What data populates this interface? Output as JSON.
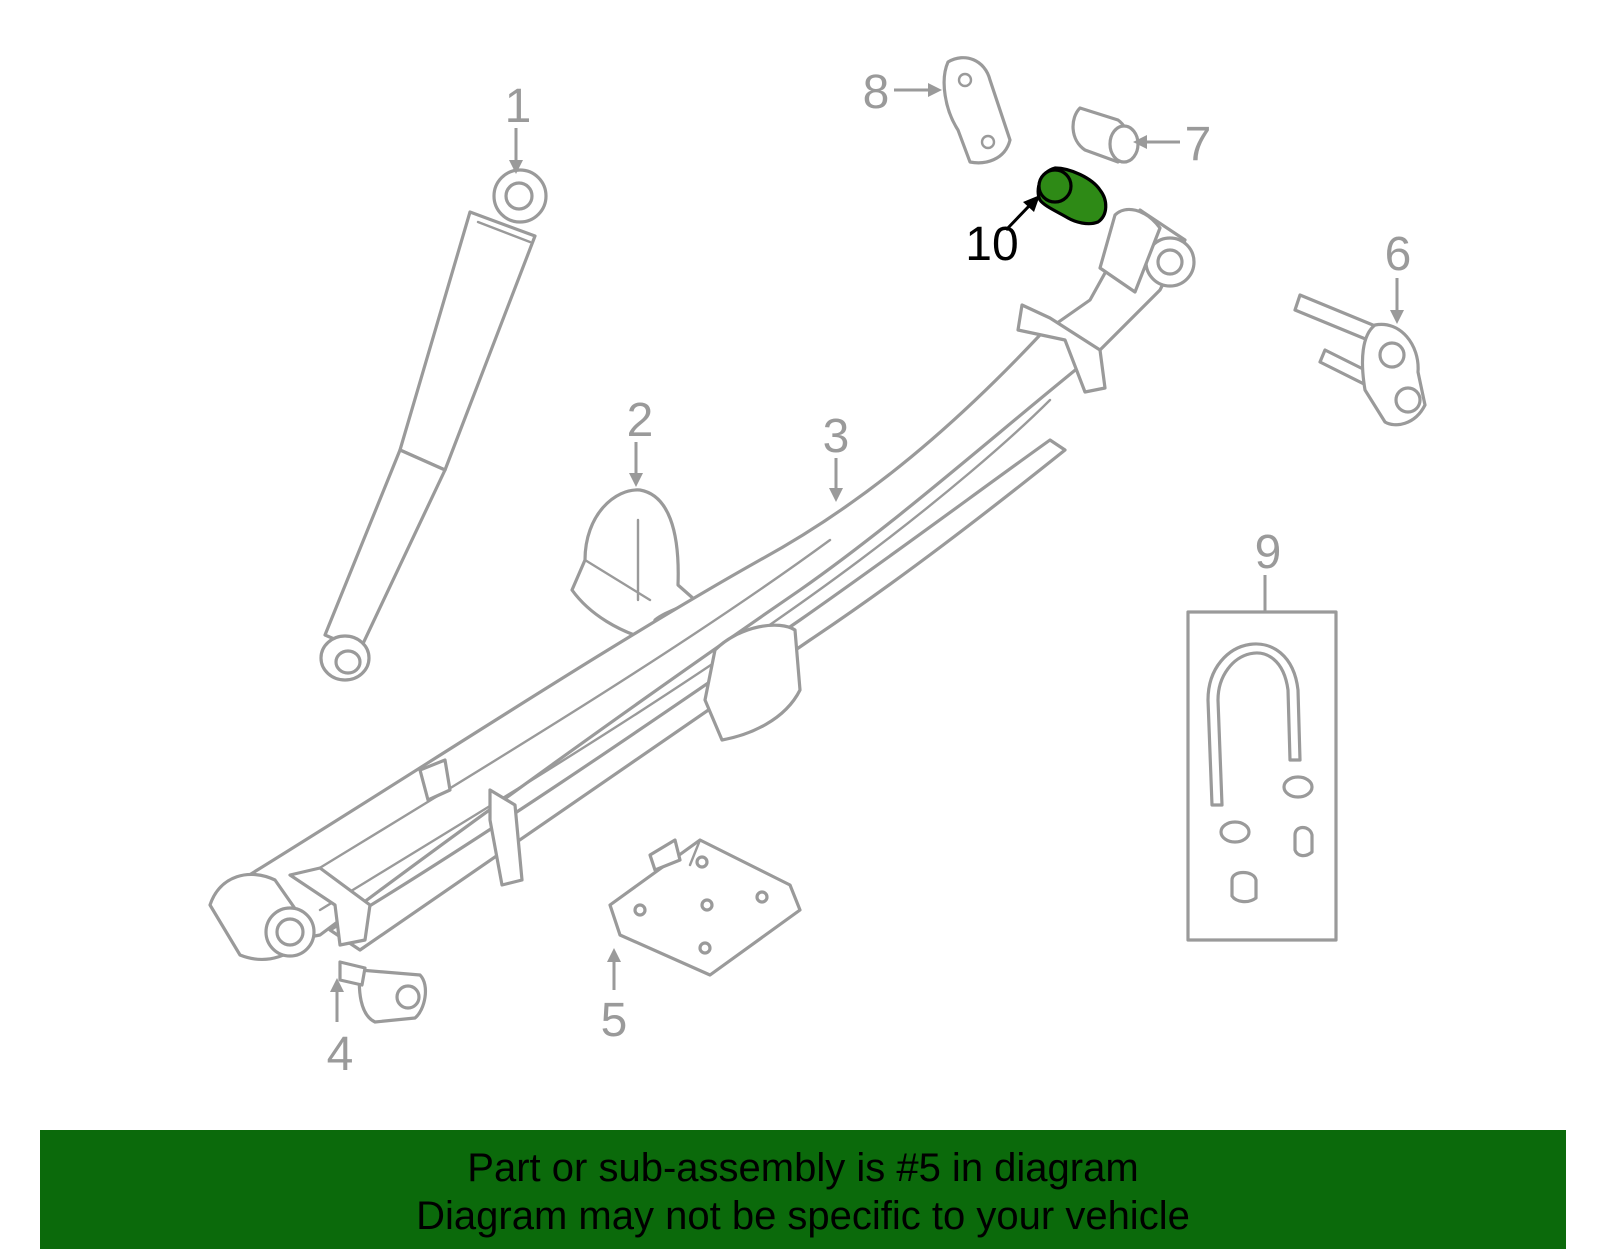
{
  "diagram": {
    "highlighted_part": "5",
    "callouts": [
      {
        "id": "1",
        "label": "1"
      },
      {
        "id": "2",
        "label": "2"
      },
      {
        "id": "3",
        "label": "3"
      },
      {
        "id": "4",
        "label": "4"
      },
      {
        "id": "5",
        "label": "5"
      },
      {
        "id": "6",
        "label": "6"
      },
      {
        "id": "7",
        "label": "7"
      },
      {
        "id": "8",
        "label": "8"
      },
      {
        "id": "9",
        "label": "9"
      },
      {
        "id": "10",
        "label": "10"
      }
    ],
    "colors": {
      "line_art": "#9a9a9a",
      "highlight_fill": "#2e8a16",
      "banner_background": "#0b6a0b"
    }
  },
  "banner": {
    "line1": "Part or sub-assembly is #5 in diagram",
    "line2": "Diagram may not be specific to your vehicle"
  }
}
